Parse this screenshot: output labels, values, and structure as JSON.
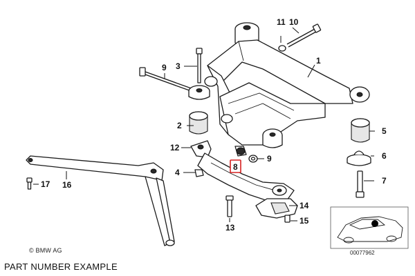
{
  "diagram": {
    "callouts": {
      "c1": "1",
      "c2": "2",
      "c3": "3",
      "c4": "4",
      "c5": "5",
      "c6": "6",
      "c7": "7",
      "c8": "8",
      "c9a": "9",
      "c9b": "9",
      "c10": "10",
      "c11": "11",
      "c12": "12",
      "c13": "13",
      "c14": "14",
      "c15": "15",
      "c16": "16",
      "c17": "17"
    },
    "highlighted_part": "8",
    "highlight_color": "#d62020",
    "copyright": "© BMW AG",
    "diagram_id": "00077962"
  },
  "caption": "PART NUMBER EXAMPLE"
}
